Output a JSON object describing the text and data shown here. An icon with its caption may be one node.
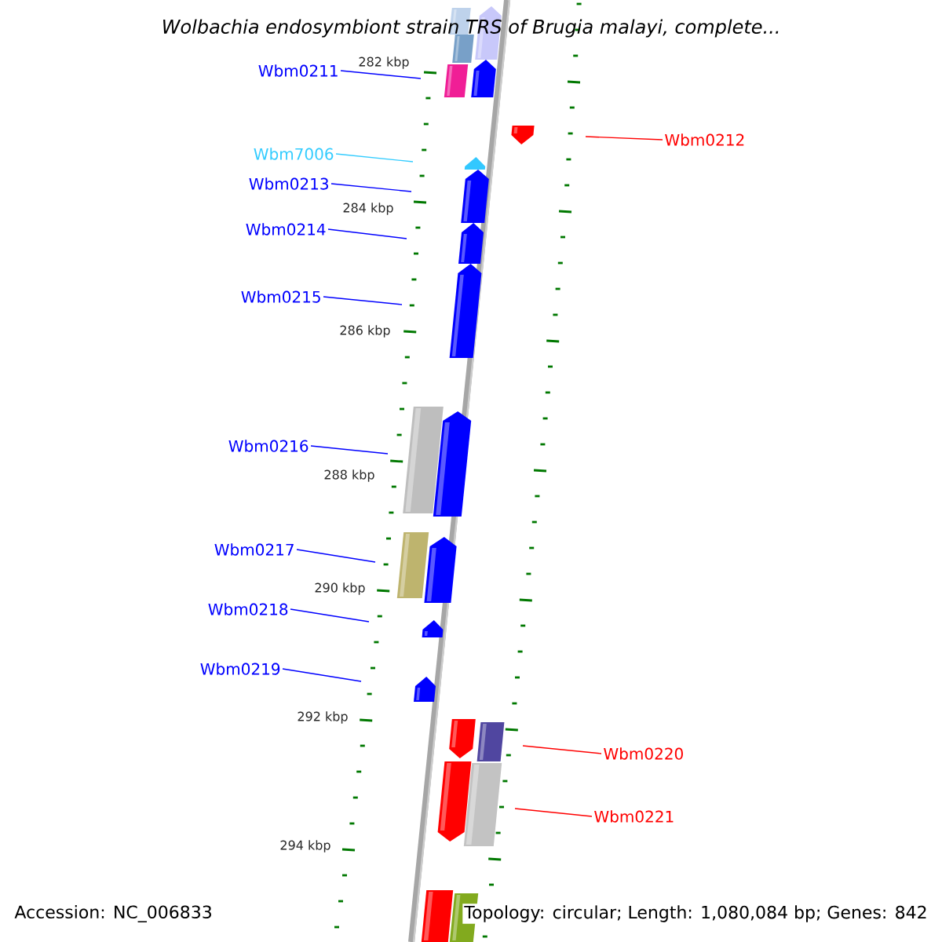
{
  "diagram": {
    "title": "Wolbachia endosymbiont strain TRS of Brugia malayi, complete...",
    "nodes": [
      {
        "text": [
          "Wbm0211"
        ]
      },
      {
        "text": [
          "Wbm0212"
        ]
      },
      {
        "text": [
          "Wbm7006"
        ]
      },
      {
        "text": [
          "Wbm0213"
        ]
      },
      {
        "text": [
          "Wbm0214"
        ]
      },
      {
        "text": [
          "Wbm0215"
        ]
      },
      {
        "text": [
          "Wbm0216"
        ]
      },
      {
        "text": [
          "Wbm0217"
        ]
      },
      {
        "text": [
          "Wbm0218"
        ]
      },
      {
        "text": [
          "Wbm0219"
        ]
      },
      {
        "text": [
          "Wbm0220"
        ]
      },
      {
        "text": [
          "Wbm0221"
        ]
      }
    ],
    "edges": [
      {
        "from": 0,
        "to": null,
        "arrow": "none"
      },
      {
        "from": 1,
        "to": null,
        "arrow": "none",
        "color": "#ff0000"
      },
      {
        "from": 2,
        "to": null,
        "arrow": "none",
        "color": "#33ccff"
      },
      {
        "from": 3,
        "to": null,
        "arrow": "none"
      },
      {
        "from": 4,
        "to": null,
        "arrow": "none"
      },
      {
        "from": 5,
        "to": null,
        "arrow": "none"
      },
      {
        "from": 6,
        "to": null,
        "arrow": "none"
      },
      {
        "from": 7,
        "to": null,
        "arrow": "none"
      },
      {
        "from": 8,
        "to": null,
        "arrow": "none"
      },
      {
        "from": 9,
        "to": null,
        "arrow": "none"
      },
      {
        "from": 10,
        "to": null,
        "arrow": "none",
        "color": "#ff0000"
      },
      {
        "from": 11,
        "to": null,
        "arrow": "none",
        "color": "#ff0000"
      }
    ],
    "labels": [
      "282 kbp",
      "284 kbp",
      "286 kbp",
      "288 kbp",
      "290 kbp",
      "292 kbp",
      "294 kbp",
      "Accession: NC_006833",
      "Topology: circular; Length: 1,080,084 bp; Genes: 842"
    ]
  }
}
